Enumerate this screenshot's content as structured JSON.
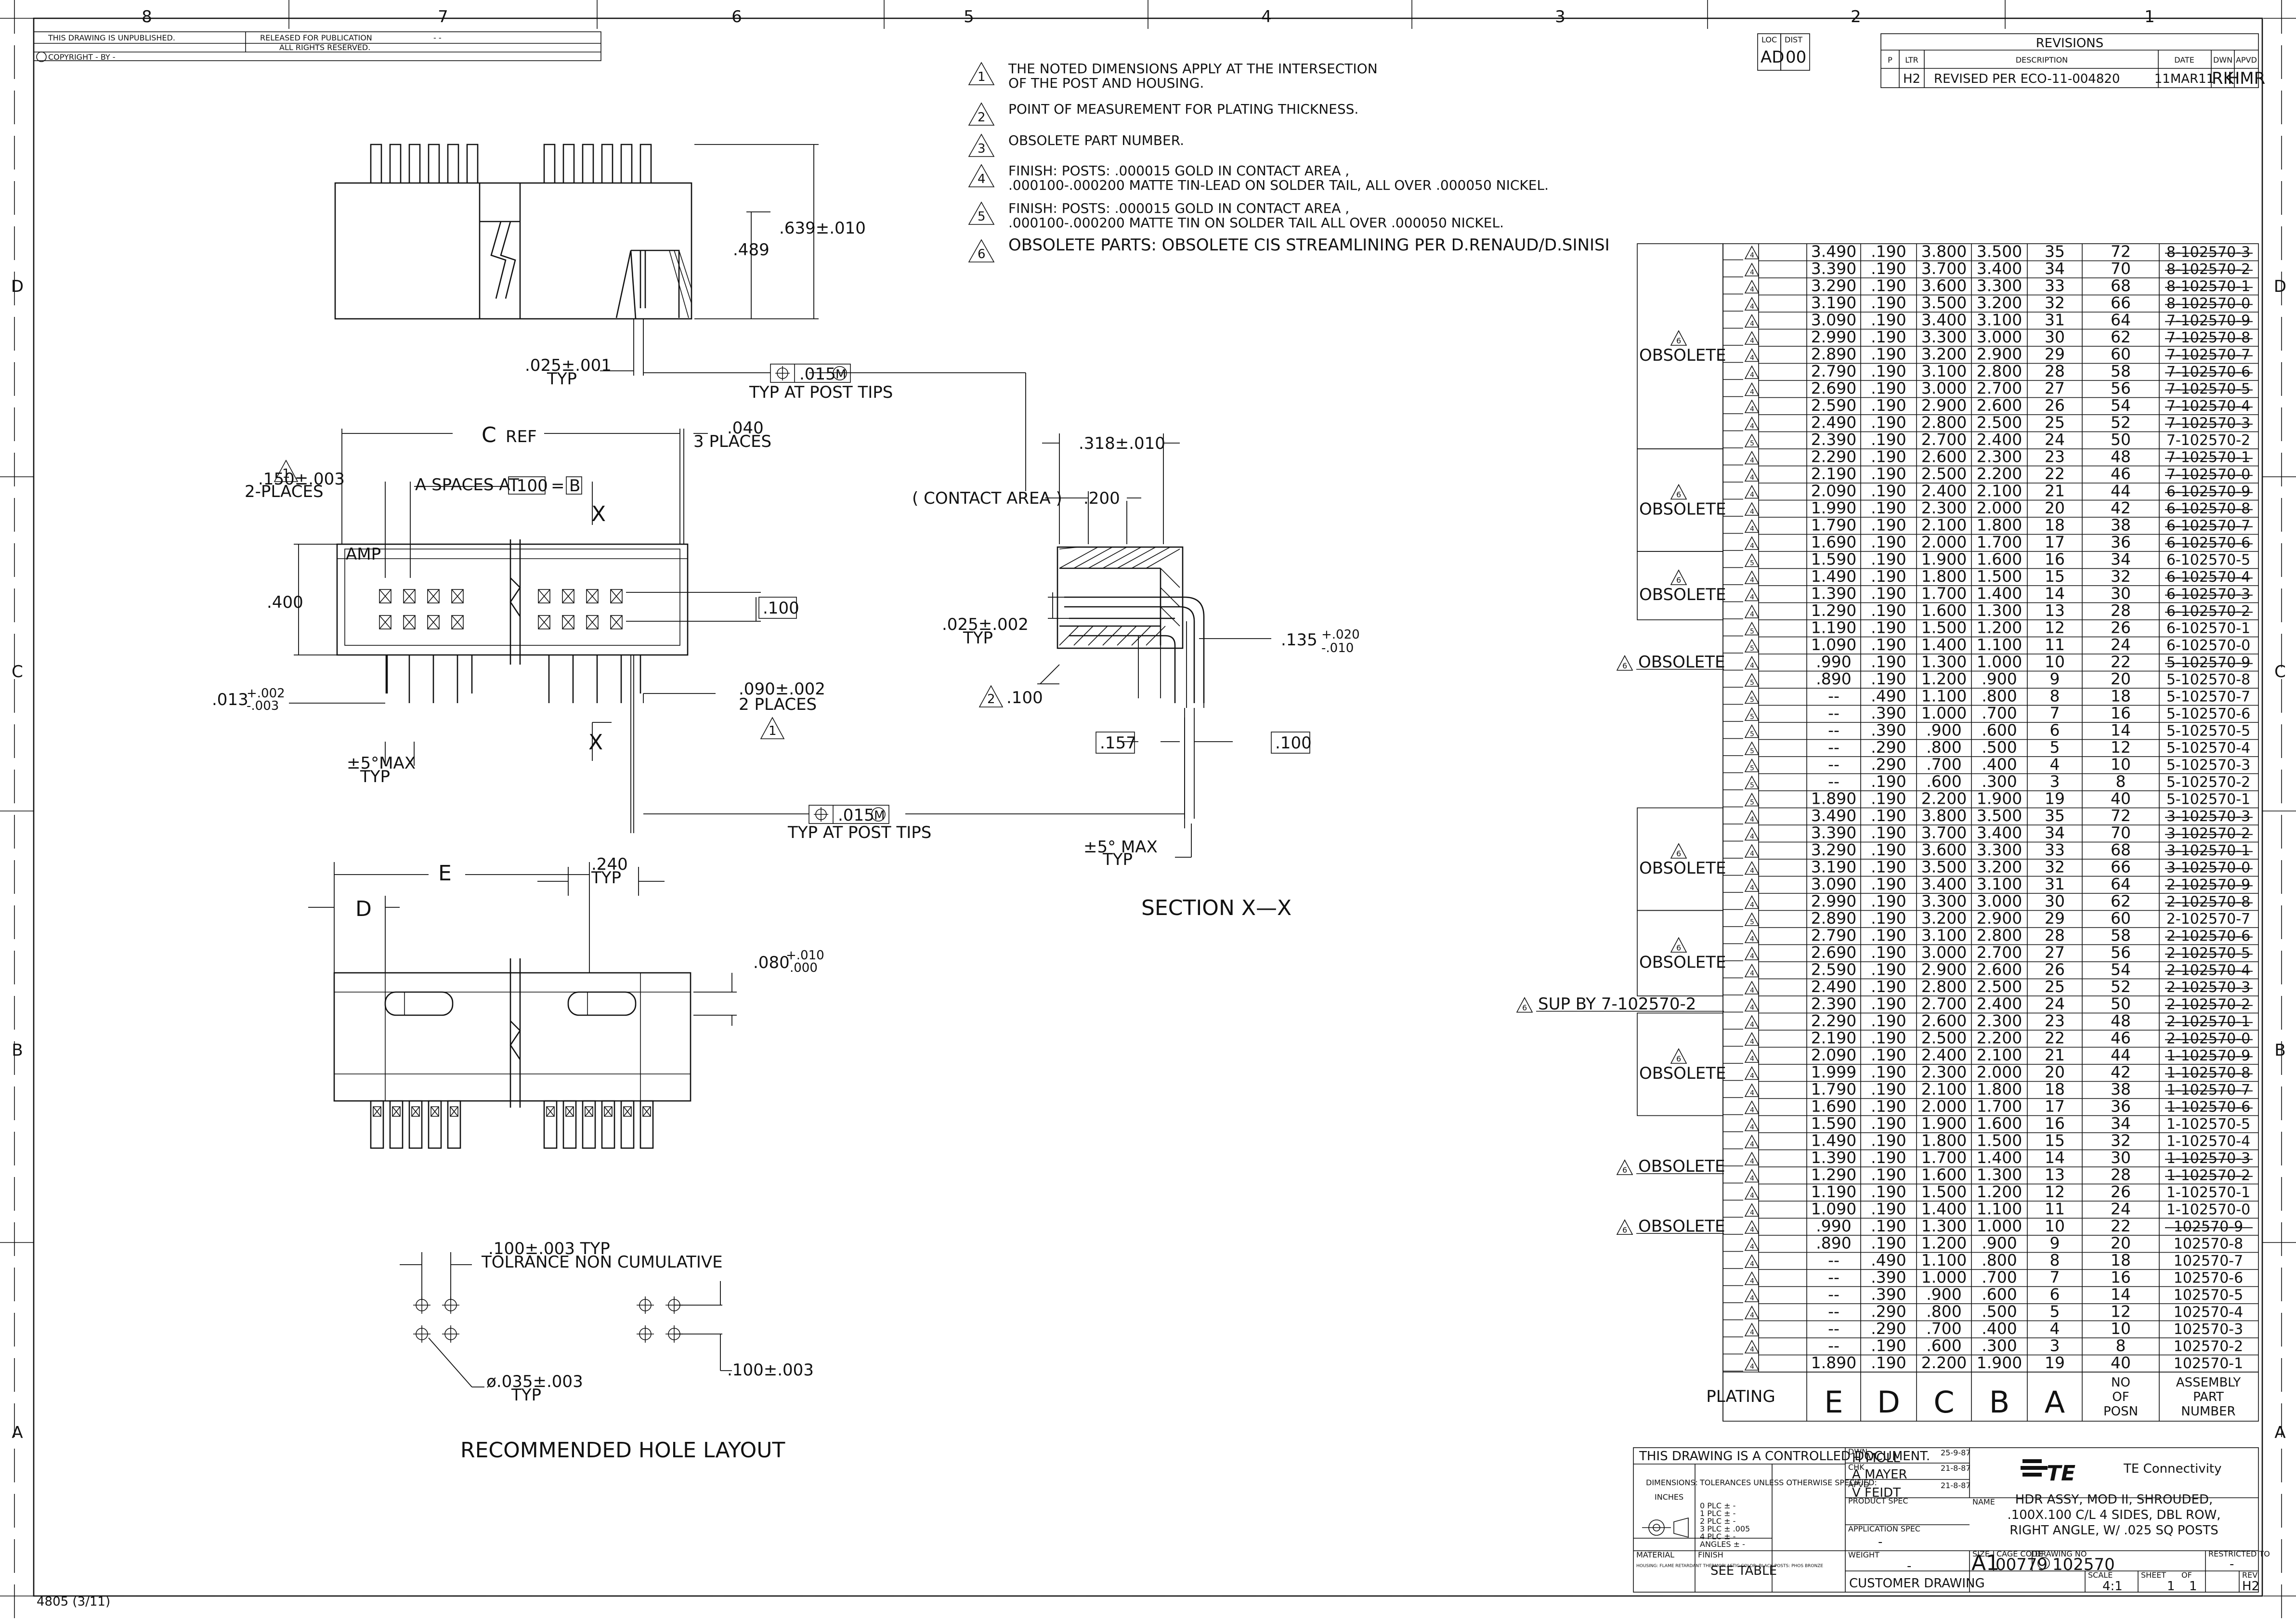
{
  "border": {
    "top_zones": [
      "8",
      "7",
      "6",
      "5",
      "4",
      "3",
      "2",
      "1"
    ],
    "side_zones": [
      "D",
      "C",
      "B",
      "A"
    ]
  },
  "header_block": {
    "unpublished": "THIS DRAWING IS UNPUBLISHED.",
    "copyright": "COPYRIGHT  -  BY  -",
    "released": "RELEASED FOR PUBLICATION",
    "released_val": "- -",
    "rights": "ALL RIGHTS RESERVED."
  },
  "revisions": {
    "loc_label": "LOC",
    "loc": "AD",
    "dist_label": "DIST",
    "dist": "00",
    "title": "REVISIONS",
    "col_p": "P",
    "col_ltr": "LTR",
    "col_desc": "DESCRIPTION",
    "col_date": "DATE",
    "col_dwn": "DWN",
    "col_apvd": "APVD",
    "row": {
      "ltr": "H2",
      "desc": "REVISED PER ECO-11-004820",
      "date": "11MAR11",
      "dwn": "RK",
      "apvd": "HMR"
    }
  },
  "notes": [
    {
      "num": "1",
      "text": [
        "THE NOTED DIMENSIONS APPLY AT THE INTERSECTION",
        "OF THE POST AND HOUSING."
      ]
    },
    {
      "num": "2",
      "text": [
        "POINT OF MEASUREMENT FOR PLATING THICKNESS."
      ]
    },
    {
      "num": "3",
      "text": [
        "OBSOLETE PART NUMBER."
      ]
    },
    {
      "num": "4",
      "text": [
        "FINISH: POSTS: .000015 GOLD IN CONTACT AREA ,",
        ".000100-.000200 MATTE TIN-LEAD ON SOLDER TAIL, ALL OVER .000050 NICKEL."
      ]
    },
    {
      "num": "5",
      "text": [
        "FINISH: POSTS: .000015 GOLD IN CONTACT AREA ,",
        ".000100-.000200 MATTE TIN ON SOLDER TAIL ALL OVER .000050 NICKEL."
      ]
    },
    {
      "num": "6",
      "text": [
        "OBSOLETE PARTS: OBSOLETE CIS STREAMLINING PER D.RENAUD/D.SINISI"
      ]
    }
  ],
  "dims": {
    "side_639": ".639±.010",
    "side_489": ".489",
    "post_025": ".025±.001",
    "typ": "TYP",
    "tol_015": ".015",
    "m": "M",
    "typ_post_tips": "TYP AT POST TIPS",
    "c_ref": "C",
    "ref": "REF",
    "d040": ".040",
    "three_places": "3 PLACES",
    "d150": ".150±.003",
    "two_places_dash": "2-PLACES",
    "a_spaces": "A SPACES AT",
    "d100": ".100",
    "eq": "=",
    "b": "B",
    "x": "X",
    "amp": "AMP",
    "d400": ".400",
    "d013": ".013",
    "d013_up": "+.002",
    "d013_dn": "-.003",
    "d090": ".090±.002",
    "two_places": "2 PLACES",
    "max5": "±5°MAX",
    "d318": ".318±.010",
    "contact_area": "( CONTACT AREA )",
    "d200": ".200",
    "d025_002": ".025±.002",
    "d135": ".135",
    "d135_up": "+.020",
    "d135_dn": "-.010",
    "n2_100": ".100",
    "d157": ".157",
    "max5b": "±5° MAX",
    "section": "SECTION  X—X",
    "e": "E",
    "d": "D",
    "d240": ".240",
    "d080": ".080",
    "d080_up": "+.010",
    "d080_dn": ".000",
    "hole_100": ".100±.003 TYP",
    "tol_nc": "TOLRANCE NON CUMULATIVE",
    "hole_dia": "ø.035±.003",
    "hole_100b": ".100±.003",
    "rec_hole": "RECOMMENDED HOLE LAYOUT"
  },
  "table": {
    "rows": [
      {
        "n": "4",
        "E": "3.490",
        "D": ".190",
        "C": "3.800",
        "B": "3.500",
        "A": "35",
        "P": "72",
        "PN": "8-102570-3",
        "s": true
      },
      {
        "n": "4",
        "E": "3.390",
        "D": ".190",
        "C": "3.700",
        "B": "3.400",
        "A": "34",
        "P": "70",
        "PN": "8-102570-2",
        "s": true
      },
      {
        "n": "4",
        "E": "3.290",
        "D": ".190",
        "C": "3.600",
        "B": "3.300",
        "A": "33",
        "P": "68",
        "PN": "8-102570-1",
        "s": true
      },
      {
        "n": "4",
        "E": "3.190",
        "D": ".190",
        "C": "3.500",
        "B": "3.200",
        "A": "32",
        "P": "66",
        "PN": "8-102570-0",
        "s": true
      },
      {
        "n": "4",
        "E": "3.090",
        "D": ".190",
        "C": "3.400",
        "B": "3.100",
        "A": "31",
        "P": "64",
        "PN": "7-102570-9",
        "s": true
      },
      {
        "n": "4",
        "E": "2.990",
        "D": ".190",
        "C": "3.300",
        "B": "3.000",
        "A": "30",
        "P": "62",
        "PN": "7-102570-8",
        "s": true
      },
      {
        "n": "4",
        "E": "2.890",
        "D": ".190",
        "C": "3.200",
        "B": "2.900",
        "A": "29",
        "P": "60",
        "PN": "7-102570-7",
        "s": true
      },
      {
        "n": "4",
        "E": "2.790",
        "D": ".190",
        "C": "3.100",
        "B": "2.800",
        "A": "28",
        "P": "58",
        "PN": "7-102570-6",
        "s": true
      },
      {
        "n": "4",
        "E": "2.690",
        "D": ".190",
        "C": "3.000",
        "B": "2.700",
        "A": "27",
        "P": "56",
        "PN": "7-102570-5",
        "s": true
      },
      {
        "n": "4",
        "E": "2.590",
        "D": ".190",
        "C": "2.900",
        "B": "2.600",
        "A": "26",
        "P": "54",
        "PN": "7-102570-4",
        "s": true
      },
      {
        "n": "4",
        "E": "2.490",
        "D": ".190",
        "C": "2.800",
        "B": "2.500",
        "A": "25",
        "P": "52",
        "PN": "7-102570-3",
        "s": true
      },
      {
        "n": "5",
        "E": "2.390",
        "D": ".190",
        "C": "2.700",
        "B": "2.400",
        "A": "24",
        "P": "50",
        "PN": "7-102570-2",
        "s": false
      },
      {
        "n": "4",
        "E": "2.290",
        "D": ".190",
        "C": "2.600",
        "B": "2.300",
        "A": "23",
        "P": "48",
        "PN": "7-102570-1",
        "s": true
      },
      {
        "n": "4",
        "E": "2.190",
        "D": ".190",
        "C": "2.500",
        "B": "2.200",
        "A": "22",
        "P": "46",
        "PN": "7-102570-0",
        "s": true
      },
      {
        "n": "4",
        "E": "2.090",
        "D": ".190",
        "C": "2.400",
        "B": "2.100",
        "A": "21",
        "P": "44",
        "PN": "6-102570-9",
        "s": true
      },
      {
        "n": "4",
        "E": "1.990",
        "D": ".190",
        "C": "2.300",
        "B": "2.000",
        "A": "20",
        "P": "42",
        "PN": "6-102570-8",
        "s": true
      },
      {
        "n": "4",
        "E": "1.790",
        "D": ".190",
        "C": "2.100",
        "B": "1.800",
        "A": "18",
        "P": "38",
        "PN": "6-102570-7",
        "s": true
      },
      {
        "n": "4",
        "E": "1.690",
        "D": ".190",
        "C": "2.000",
        "B": "1.700",
        "A": "17",
        "P": "36",
        "PN": "6-102570-6",
        "s": true
      },
      {
        "n": "5",
        "E": "1.590",
        "D": ".190",
        "C": "1.900",
        "B": "1.600",
        "A": "16",
        "P": "34",
        "PN": "6-102570-5",
        "s": false
      },
      {
        "n": "4",
        "E": "1.490",
        "D": ".190",
        "C": "1.800",
        "B": "1.500",
        "A": "15",
        "P": "32",
        "PN": "6-102570-4",
        "s": true
      },
      {
        "n": "4",
        "E": "1.390",
        "D": ".190",
        "C": "1.700",
        "B": "1.400",
        "A": "14",
        "P": "30",
        "PN": "6-102570-3",
        "s": true
      },
      {
        "n": "4",
        "E": "1.290",
        "D": ".190",
        "C": "1.600",
        "B": "1.300",
        "A": "13",
        "P": "28",
        "PN": "6-102570-2",
        "s": true
      },
      {
        "n": "5",
        "E": "1.190",
        "D": ".190",
        "C": "1.500",
        "B": "1.200",
        "A": "12",
        "P": "26",
        "PN": "6-102570-1",
        "s": false
      },
      {
        "n": "5",
        "E": "1.090",
        "D": ".190",
        "C": "1.400",
        "B": "1.100",
        "A": "11",
        "P": "24",
        "PN": "6-102570-0",
        "s": false
      },
      {
        "n": "4",
        "E": ".990",
        "D": ".190",
        "C": "1.300",
        "B": "1.000",
        "A": "10",
        "P": "22",
        "PN": "5-102570-9",
        "s": true
      },
      {
        "n": "5",
        "E": ".890",
        "D": ".190",
        "C": "1.200",
        "B": ".900",
        "A": "9",
        "P": "20",
        "PN": "5-102570-8",
        "s": false
      },
      {
        "n": "5",
        "E": "--",
        "D": ".490",
        "C": "1.100",
        "B": ".800",
        "A": "8",
        "P": "18",
        "PN": "5-102570-7",
        "s": false
      },
      {
        "n": "5",
        "E": "--",
        "D": ".390",
        "C": "1.000",
        "B": ".700",
        "A": "7",
        "P": "16",
        "PN": "5-102570-6",
        "s": false
      },
      {
        "n": "5",
        "E": "--",
        "D": ".390",
        "C": ".900",
        "B": ".600",
        "A": "6",
        "P": "14",
        "PN": "5-102570-5",
        "s": false
      },
      {
        "n": "5",
        "E": "--",
        "D": ".290",
        "C": ".800",
        "B": ".500",
        "A": "5",
        "P": "12",
        "PN": "5-102570-4",
        "s": false
      },
      {
        "n": "5",
        "E": "--",
        "D": ".290",
        "C": ".700",
        "B": ".400",
        "A": "4",
        "P": "10",
        "PN": "5-102570-3",
        "s": false
      },
      {
        "n": "5",
        "E": "--",
        "D": ".190",
        "C": ".600",
        "B": ".300",
        "A": "3",
        "P": "8",
        "PN": "5-102570-2",
        "s": false
      },
      {
        "n": "5",
        "E": "1.890",
        "D": ".190",
        "C": "2.200",
        "B": "1.900",
        "A": "19",
        "P": "40",
        "PN": "5-102570-1",
        "s": false
      },
      {
        "n": "4",
        "E": "3.490",
        "D": ".190",
        "C": "3.800",
        "B": "3.500",
        "A": "35",
        "P": "72",
        "PN": "3-102570-3",
        "s": true
      },
      {
        "n": "4",
        "E": "3.390",
        "D": ".190",
        "C": "3.700",
        "B": "3.400",
        "A": "34",
        "P": "70",
        "PN": "3-102570-2",
        "s": true
      },
      {
        "n": "4",
        "E": "3.290",
        "D": ".190",
        "C": "3.600",
        "B": "3.300",
        "A": "33",
        "P": "68",
        "PN": "3-102570-1",
        "s": true
      },
      {
        "n": "4",
        "E": "3.190",
        "D": ".190",
        "C": "3.500",
        "B": "3.200",
        "A": "32",
        "P": "66",
        "PN": "3-102570-0",
        "s": true
      },
      {
        "n": "4",
        "E": "3.090",
        "D": ".190",
        "C": "3.400",
        "B": "3.100",
        "A": "31",
        "P": "64",
        "PN": "2-102570-9",
        "s": true
      },
      {
        "n": "4",
        "E": "2.990",
        "D": ".190",
        "C": "3.300",
        "B": "3.000",
        "A": "30",
        "P": "62",
        "PN": "2-102570-8",
        "s": true
      },
      {
        "n": "5",
        "E": "2.890",
        "D": ".190",
        "C": "3.200",
        "B": "2.900",
        "A": "29",
        "P": "60",
        "PN": "2-102570-7",
        "s": false
      },
      {
        "n": "4",
        "E": "2.790",
        "D": ".190",
        "C": "3.100",
        "B": "2.800",
        "A": "28",
        "P": "58",
        "PN": "2-102570-6",
        "s": true
      },
      {
        "n": "4",
        "E": "2.690",
        "D": ".190",
        "C": "3.000",
        "B": "2.700",
        "A": "27",
        "P": "56",
        "PN": "2-102570-5",
        "s": true
      },
      {
        "n": "4",
        "E": "2.590",
        "D": ".190",
        "C": "2.900",
        "B": "2.600",
        "A": "26",
        "P": "54",
        "PN": "2-102570-4",
        "s": true
      },
      {
        "n": "4",
        "E": "2.490",
        "D": ".190",
        "C": "2.800",
        "B": "2.500",
        "A": "25",
        "P": "52",
        "PN": "2-102570-3",
        "s": true
      },
      {
        "n": "4",
        "E": "2.390",
        "D": ".190",
        "C": "2.700",
        "B": "2.400",
        "A": "24",
        "P": "50",
        "PN": "2-102570-2",
        "s": true
      },
      {
        "n": "4",
        "E": "2.290",
        "D": ".190",
        "C": "2.600",
        "B": "2.300",
        "A": "23",
        "P": "48",
        "PN": "2-102570-1",
        "s": true
      },
      {
        "n": "4",
        "E": "2.190",
        "D": ".190",
        "C": "2.500",
        "B": "2.200",
        "A": "22",
        "P": "46",
        "PN": "2-102570-0",
        "s": true
      },
      {
        "n": "4",
        "E": "2.090",
        "D": ".190",
        "C": "2.400",
        "B": "2.100",
        "A": "21",
        "P": "44",
        "PN": "1-102570-9",
        "s": true
      },
      {
        "n": "4",
        "E": "1.999",
        "D": ".190",
        "C": "2.300",
        "B": "2.000",
        "A": "20",
        "P": "42",
        "PN": "1-102570-8",
        "s": true
      },
      {
        "n": "4",
        "E": "1.790",
        "D": ".190",
        "C": "2.100",
        "B": "1.800",
        "A": "18",
        "P": "38",
        "PN": "1-102570-7",
        "s": true
      },
      {
        "n": "4",
        "E": "1.690",
        "D": ".190",
        "C": "2.000",
        "B": "1.700",
        "A": "17",
        "P": "36",
        "PN": "1-102570-6",
        "s": true
      },
      {
        "n": "4",
        "E": "1.590",
        "D": ".190",
        "C": "1.900",
        "B": "1.600",
        "A": "16",
        "P": "34",
        "PN": "1-102570-5",
        "s": false
      },
      {
        "n": "4",
        "E": "1.490",
        "D": ".190",
        "C": "1.800",
        "B": "1.500",
        "A": "15",
        "P": "32",
        "PN": "1-102570-4",
        "s": false
      },
      {
        "n": "4",
        "E": "1.390",
        "D": ".190",
        "C": "1.700",
        "B": "1.400",
        "A": "14",
        "P": "30",
        "PN": "1-102570-3",
        "s": true
      },
      {
        "n": "4",
        "E": "1.290",
        "D": ".190",
        "C": "1.600",
        "B": "1.300",
        "A": "13",
        "P": "28",
        "PN": "1-102570-2",
        "s": true
      },
      {
        "n": "4",
        "E": "1.190",
        "D": ".190",
        "C": "1.500",
        "B": "1.200",
        "A": "12",
        "P": "26",
        "PN": "1-102570-1",
        "s": false
      },
      {
        "n": "4",
        "E": "1.090",
        "D": ".190",
        "C": "1.400",
        "B": "1.100",
        "A": "11",
        "P": "24",
        "PN": "1-102570-0",
        "s": false
      },
      {
        "n": "4",
        "E": ".990",
        "D": ".190",
        "C": "1.300",
        "B": "1.000",
        "A": "10",
        "P": "22",
        "PN": "102570-9",
        "s": true
      },
      {
        "n": "4",
        "E": ".890",
        "D": ".190",
        "C": "1.200",
        "B": ".900",
        "A": "9",
        "P": "20",
        "PN": "102570-8",
        "s": false
      },
      {
        "n": "4",
        "E": "--",
        "D": ".490",
        "C": "1.100",
        "B": ".800",
        "A": "8",
        "P": "18",
        "PN": "102570-7",
        "s": false
      },
      {
        "n": "4",
        "E": "--",
        "D": ".390",
        "C": "1.000",
        "B": ".700",
        "A": "7",
        "P": "16",
        "PN": "102570-6",
        "s": false
      },
      {
        "n": "4",
        "E": "--",
        "D": ".390",
        "C": ".900",
        "B": ".600",
        "A": "6",
        "P": "14",
        "PN": "102570-5",
        "s": false
      },
      {
        "n": "4",
        "E": "--",
        "D": ".290",
        "C": ".800",
        "B": ".500",
        "A": "5",
        "P": "12",
        "PN": "102570-4",
        "s": false
      },
      {
        "n": "4",
        "E": "--",
        "D": ".290",
        "C": ".700",
        "B": ".400",
        "A": "4",
        "P": "10",
        "PN": "102570-3",
        "s": false
      },
      {
        "n": "4",
        "E": "--",
        "D": ".190",
        "C": ".600",
        "B": ".300",
        "A": "3",
        "P": "8",
        "PN": "102570-2",
        "s": false
      },
      {
        "n": "4",
        "E": "1.890",
        "D": ".190",
        "C": "2.200",
        "B": "1.900",
        "A": "19",
        "P": "40",
        "PN": "102570-1",
        "s": false
      }
    ],
    "groups": [
      {
        "start": 0,
        "end": 11,
        "label": "OBSOLETE",
        "tri": "6",
        "side": false
      },
      {
        "start": 12,
        "end": 17,
        "label": "OBSOLETE",
        "tri": "6",
        "side": false
      },
      {
        "start": 18,
        "end": 21,
        "label": "OBSOLETE",
        "tri": "6",
        "side": false
      },
      {
        "start": 24,
        "end": 24,
        "label": "OBSOLETE",
        "tri": "6",
        "side": true
      },
      {
        "start": 33,
        "end": 38,
        "label": "OBSOLETE",
        "tri": "6",
        "side": false
      },
      {
        "start": 39,
        "end": 43,
        "label": "OBSOLETE",
        "tri": "6",
        "side": false
      },
      {
        "start": 44,
        "end": 44,
        "label": "SUP BY 7-102570-2",
        "tri": "6",
        "side": true
      },
      {
        "start": 45,
        "end": 50,
        "label": "OBSOLETE",
        "tri": "6",
        "side": false
      },
      {
        "start": 53,
        "end": 54,
        "label": "OBSOLETE",
        "tri": "6",
        "side": true
      },
      {
        "start": 57,
        "end": 57,
        "label": "OBSOLETE",
        "tri": "6",
        "side": true
      }
    ],
    "headers": {
      "plating": "PLATING",
      "E": "E",
      "D": "D",
      "C": "C",
      "B": "B",
      "A": "A",
      "posn": [
        "NO",
        "OF",
        "POSN"
      ],
      "pn": [
        "ASSEMBLY",
        "PART",
        "NUMBER"
      ]
    }
  },
  "title_block": {
    "controlled": "THIS DRAWING IS A CONTROLLED DOCUMENT.",
    "dwn_label": "DWN",
    "dwn": "H MOLL",
    "dwn_date": "25-9-87",
    "chk_label": "CHK",
    "chk": "A MAYER",
    "chk_date": "21-8-87",
    "apvd_label": "APVD",
    "apvd": "V FEIDT",
    "apvd_date": "21-8-87",
    "dimensions": "DIMENSIONS:",
    "inches": "INCHES",
    "tolerances": "TOLERANCES UNLESS OTHERWISE SPECIFIED:",
    "plc": [
      "0 PLC  ± -",
      "1 PLC  ± -",
      "2 PLC  ± -",
      "3 PLC  ± .005",
      "4 PLC  ± -",
      "ANGLES  ± -"
    ],
    "product_spec": "PRODUCT SPEC",
    "application_spec": "APPLICATION SPEC",
    "app_val": "-",
    "weight_label": "WEIGHT",
    "weight": "-",
    "material": "MATERIAL",
    "material_val": "HOUSING: FLAME RETARDANT THERMOPLASTIC COLOR: BLACK POSTS: PHOS BRONZE",
    "finish": "FINISH",
    "finish_val": "SEE TABLE",
    "company": "TE Connectivity",
    "logo": "TE",
    "name_label": "NAME",
    "name": [
      "HDR ASSY, MOD II, SHROUDED,",
      ".100X.100 C/L 4 SIDES, DBL ROW,",
      "RIGHT ANGLE, W/ .025 SQ POSTS"
    ],
    "size_label": "SIZE",
    "size": "A1",
    "cage_label": "CAGE CODE",
    "cage": "00779",
    "dwgno_label": "DRAWING NO",
    "dwgno": "102570",
    "restricted_label": "RESTRICTED TO",
    "restricted": "-",
    "customer": "CUSTOMER DRAWING",
    "scale_label": "SCALE",
    "scale": "4:1",
    "sheet_label": "SHEET",
    "sheet": "1",
    "of_label": "OF",
    "of": "1",
    "rev_label": "REV",
    "rev": "H2"
  },
  "footer": "4805 (3/11)"
}
